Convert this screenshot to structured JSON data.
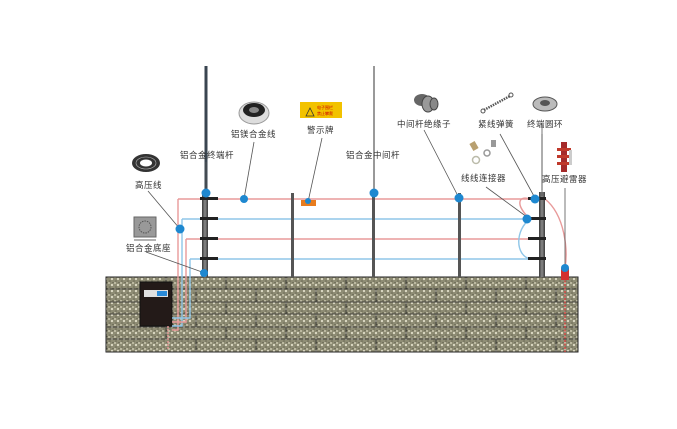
{
  "title": "电子围栏系统组成示意图",
  "labels": {
    "high_voltage_wire": "高压线",
    "alloy_terminal_pole": "铝合金终端杆",
    "al_mg_alloy_wire": "铝镁合金线",
    "warning_sign": "警示牌",
    "alloy_middle_pole": "铝合金中间杆",
    "middle_pole_insulator": "中间杆绝缘子",
    "tension_spring": "紧线弹簧",
    "terminal_ring": "终端圆环",
    "wire_connector": "线线连接器",
    "hv_surge_arrester": "高压避雷器",
    "alloy_base": "铝合金底座"
  },
  "warning_sign_text": {
    "line1": "电子围栏",
    "line2": "禁止攀爬"
  },
  "colors": {
    "live_wire": "#e89a9a",
    "return_wire": "#8fc6e8",
    "marker": "#1e88d0",
    "pole": "#555555",
    "wall": "#9a9a80",
    "warning": "#f2c200",
    "arrester": "#c0392b"
  }
}
